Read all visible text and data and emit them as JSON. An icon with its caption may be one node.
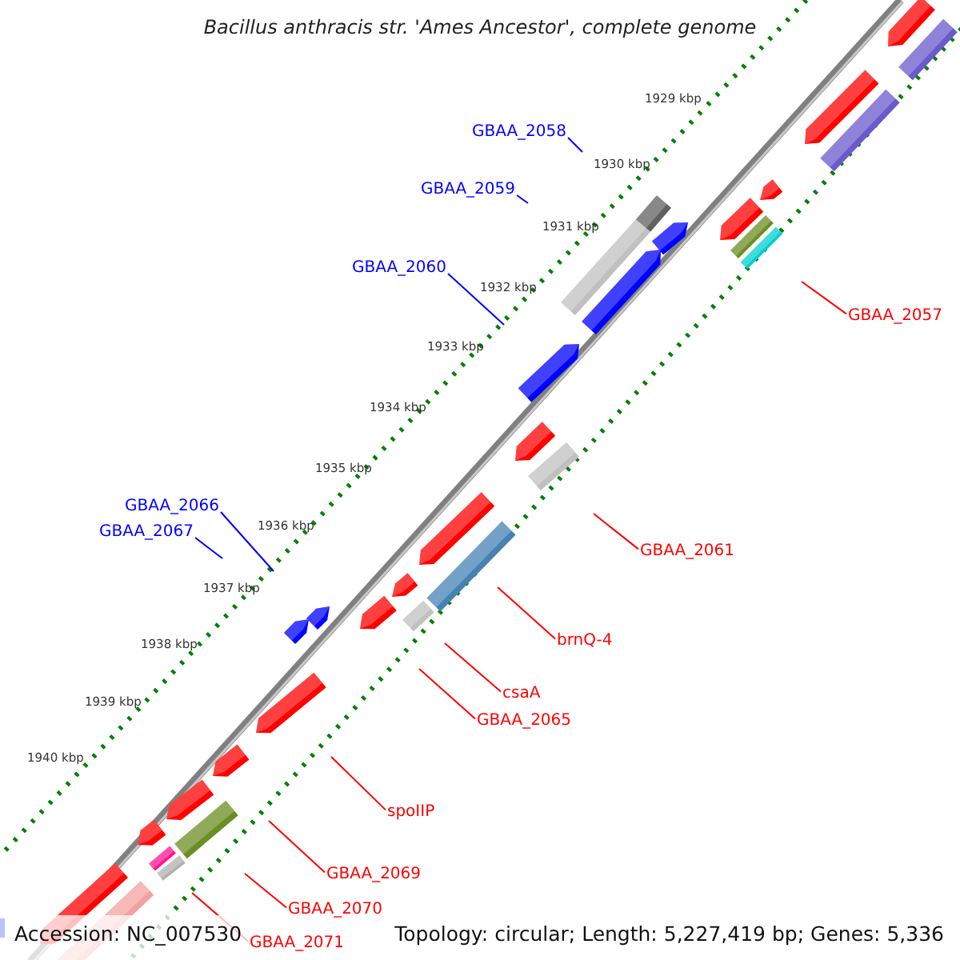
{
  "diagram": {
    "title": "Bacillus anthracis str. 'Ames Ancestor', complete genome",
    "nodes": [
      {
        "text": [
          "GBAA_2058"
        ]
      },
      {
        "text": [
          "GBAA_2059"
        ]
      },
      {
        "text": [
          "GBAA_2060"
        ]
      },
      {
        "text": [
          "GBAA_2057"
        ]
      },
      {
        "text": [
          "GBAA_2066"
        ]
      },
      {
        "text": [
          "GBAA_2067"
        ]
      },
      {
        "text": [
          "GBAA_2061"
        ]
      },
      {
        "text": [
          "brnQ-4"
        ]
      },
      {
        "text": [
          "csaA"
        ]
      },
      {
        "text": [
          "GBAA_2065"
        ]
      },
      {
        "text": [
          "spoIIP"
        ]
      },
      {
        "text": [
          "GBAA_2069"
        ]
      },
      {
        "text": [
          "GBAA_2070"
        ]
      },
      {
        "text": [
          "GBAA_2071"
        ]
      }
    ],
    "edges": [
      {
        "from": 0,
        "to": null,
        "arrow": "none",
        "color": "#0000ff"
      },
      {
        "from": 1,
        "to": null,
        "arrow": "none",
        "color": "#0000ff"
      },
      {
        "from": 2,
        "to": null,
        "arrow": "none",
        "color": "#0000ff"
      },
      {
        "from": 3,
        "to": null,
        "arrow": "none"
      },
      {
        "from": 4,
        "to": null,
        "arrow": "none",
        "color": "#0000ff"
      },
      {
        "from": 5,
        "to": null,
        "arrow": "none",
        "color": "#0000ff"
      },
      {
        "from": 6,
        "to": null,
        "arrow": "none"
      },
      {
        "from": 7,
        "to": null,
        "arrow": "none"
      },
      {
        "from": 8,
        "to": null,
        "arrow": "none"
      },
      {
        "from": 9,
        "to": null,
        "arrow": "none"
      },
      {
        "from": 10,
        "to": null,
        "arrow": "none"
      },
      {
        "from": 11,
        "to": null,
        "arrow": "none"
      },
      {
        "from": 12,
        "to": null,
        "arrow": "none"
      },
      {
        "from": 13,
        "to": null,
        "arrow": "none"
      }
    ],
    "labels": [
      "1929 kbp",
      "1930 kbp",
      "1931 kbp",
      "1932 kbp",
      "1933 kbp",
      "1934 kbp",
      "1935 kbp",
      "1936 kbp",
      "1937 kbp",
      "1938 kbp",
      "1939 kbp",
      "1940 kbp",
      "Accession: NC_007530",
      "Topology: circular; Length: 5,227,419 bp; Genes: 5,336"
    ]
  }
}
